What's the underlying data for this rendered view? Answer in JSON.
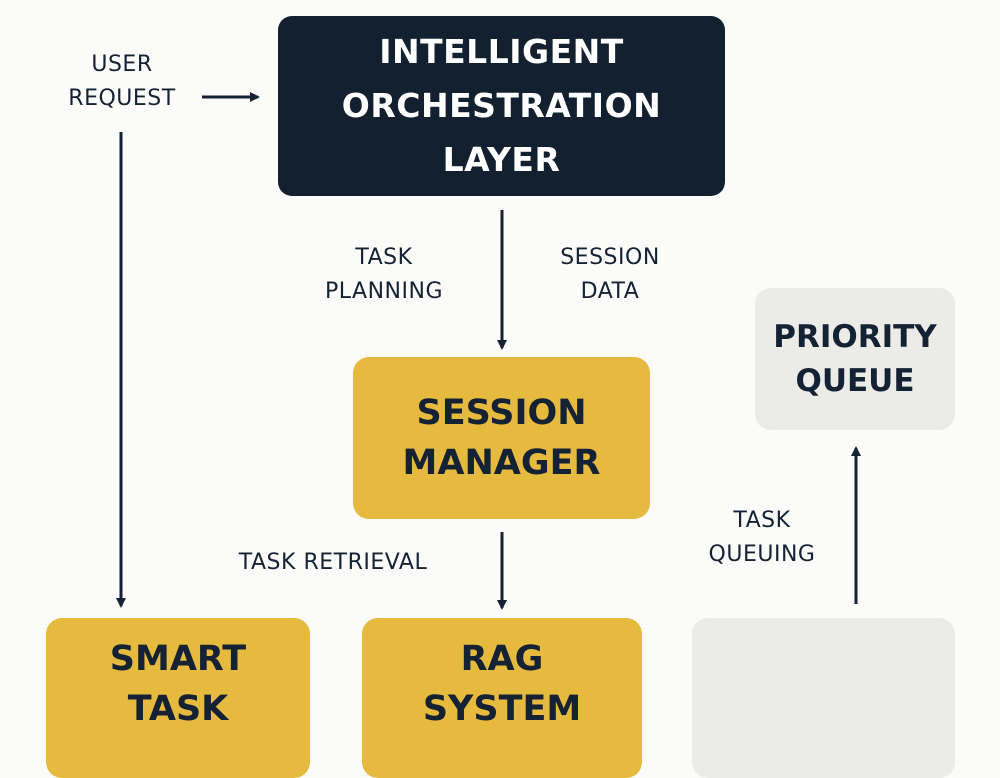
{
  "diagram": {
    "nodes": {
      "orchestration": {
        "line1": "INTELLIGENT",
        "line2": "ORCHESTRATION LAYER"
      },
      "session_manager": {
        "line1": "SESSION",
        "line2": "MANAGER"
      },
      "priority_queue": {
        "line1": "PRIORITY",
        "line2": "QUEUE"
      },
      "smart_task": {
        "line1": "SMART",
        "line2": "TASK"
      },
      "rag_system": {
        "line1": "RAG",
        "line2": "SYSTEM"
      }
    },
    "labels": {
      "user_request": {
        "line1": "USER",
        "line2": "REQUEST"
      },
      "task_planning": {
        "line1": "TASK",
        "line2": "PLANNING"
      },
      "session_data": {
        "line1": "SESSION",
        "line2": "DATA"
      },
      "task_retrieval": {
        "line1": "TASK RETRIEVAL"
      },
      "task_queuing": {
        "line1": "TASK",
        "line2": "QUEUING"
      }
    },
    "colors": {
      "dark_node": "#12202f",
      "yellow_node": "#e6b93f",
      "grey_node": "#ebebe8",
      "text_dark": "#142233",
      "background": "#fbfbf9"
    }
  }
}
